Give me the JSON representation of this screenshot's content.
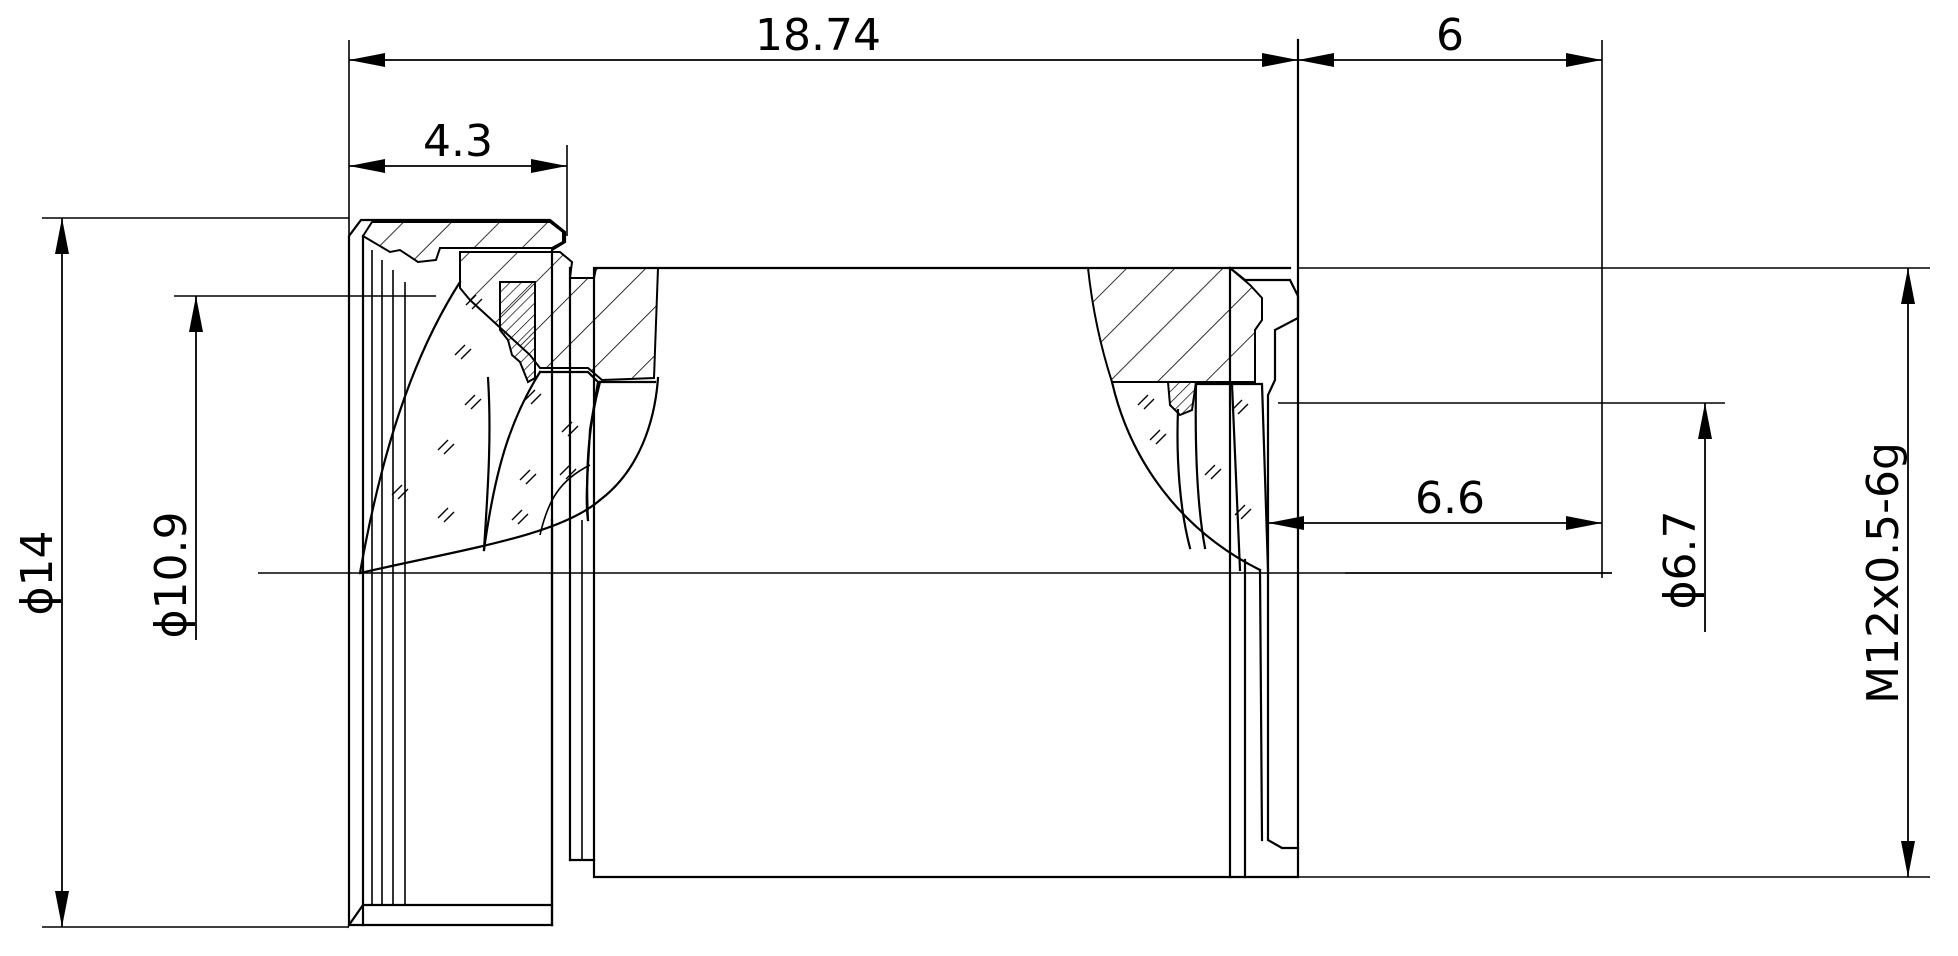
{
  "dimensions": {
    "overall_length": "18.74",
    "flange_length": "4.3",
    "back_length": "6",
    "back_focal": "6.6",
    "outer_diameter": "ϕ14",
    "aperture_diameter": "ϕ10.9",
    "rear_diameter": "ϕ6.7",
    "thread_spec": "M12x0.5-6g"
  }
}
